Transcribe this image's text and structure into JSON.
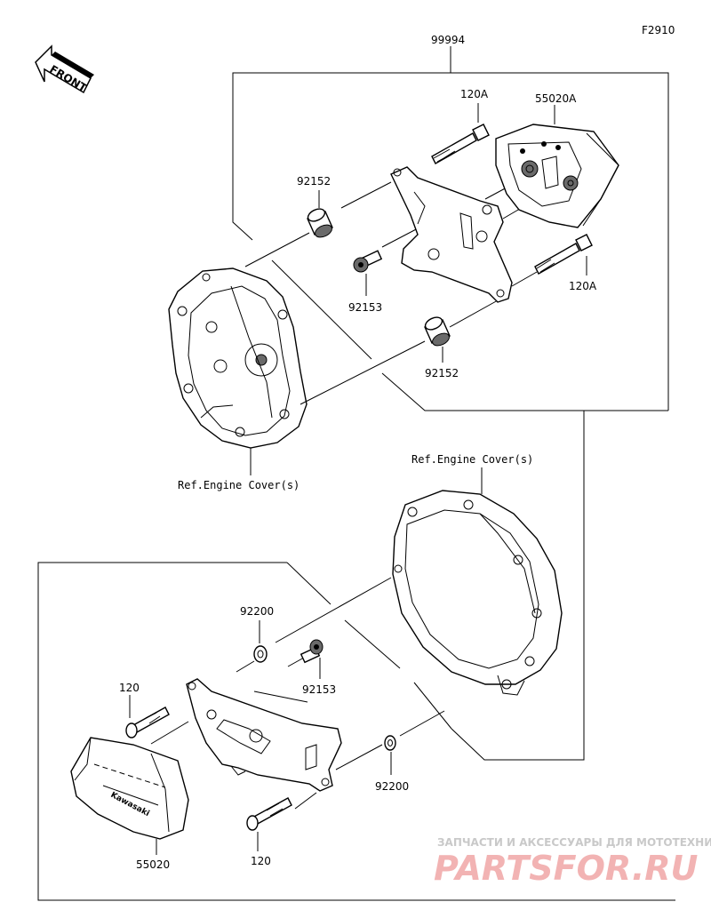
{
  "figure_code": "F2910",
  "assembly_number": "99994",
  "front_label": "FRONT",
  "parts": {
    "bolt_120A_upper": "120A",
    "bolt_120A_lower": "120A",
    "slider_upper": "55020A",
    "spacer_upper": "92152",
    "spacer_lower": "92152",
    "screw_upper": "92153",
    "screw_lower": "92153",
    "washer_left": "92200",
    "washer_right": "92200",
    "bolt_120_upper": "120",
    "bolt_120_lower": "120",
    "slider_lower": "55020"
  },
  "references": {
    "engine_cover_upper": "Ref.Engine Cover(s)",
    "engine_cover_lower": "Ref.Engine Cover(s)"
  },
  "slider_brand": "Kawasaki",
  "watermark": {
    "line1": "ЗАПЧАСТИ И АКСЕССУАРЫ ДЛЯ МОТОТЕХНИКИ",
    "line2": "PARTSFOR.RU"
  }
}
